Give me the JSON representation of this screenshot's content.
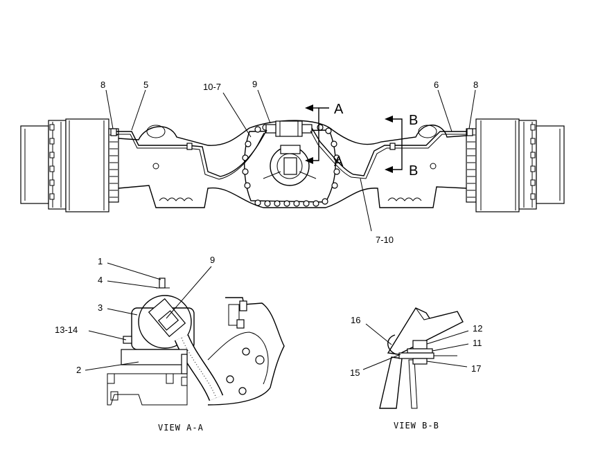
{
  "top_view": {
    "callouts": {
      "c8_left": "8",
      "c5": "5",
      "c10_7": "10-7",
      "c9": "9",
      "c6": "6",
      "c8_right": "8",
      "c7_10": "7-10"
    },
    "section_marks": {
      "a_upper": "A",
      "a_lower": "A",
      "b_upper": "B",
      "b_lower": "B"
    }
  },
  "view_a": {
    "caption": "VIEW A-A",
    "callouts": {
      "c1": "1",
      "c4": "4",
      "c3": "3",
      "c13_14": "13-14",
      "c2": "2",
      "c9": "9"
    }
  },
  "view_b": {
    "caption": "VIEW B-B",
    "callouts": {
      "c16": "16",
      "c15": "15",
      "c12": "12",
      "c11": "11",
      "c17": "17"
    }
  }
}
